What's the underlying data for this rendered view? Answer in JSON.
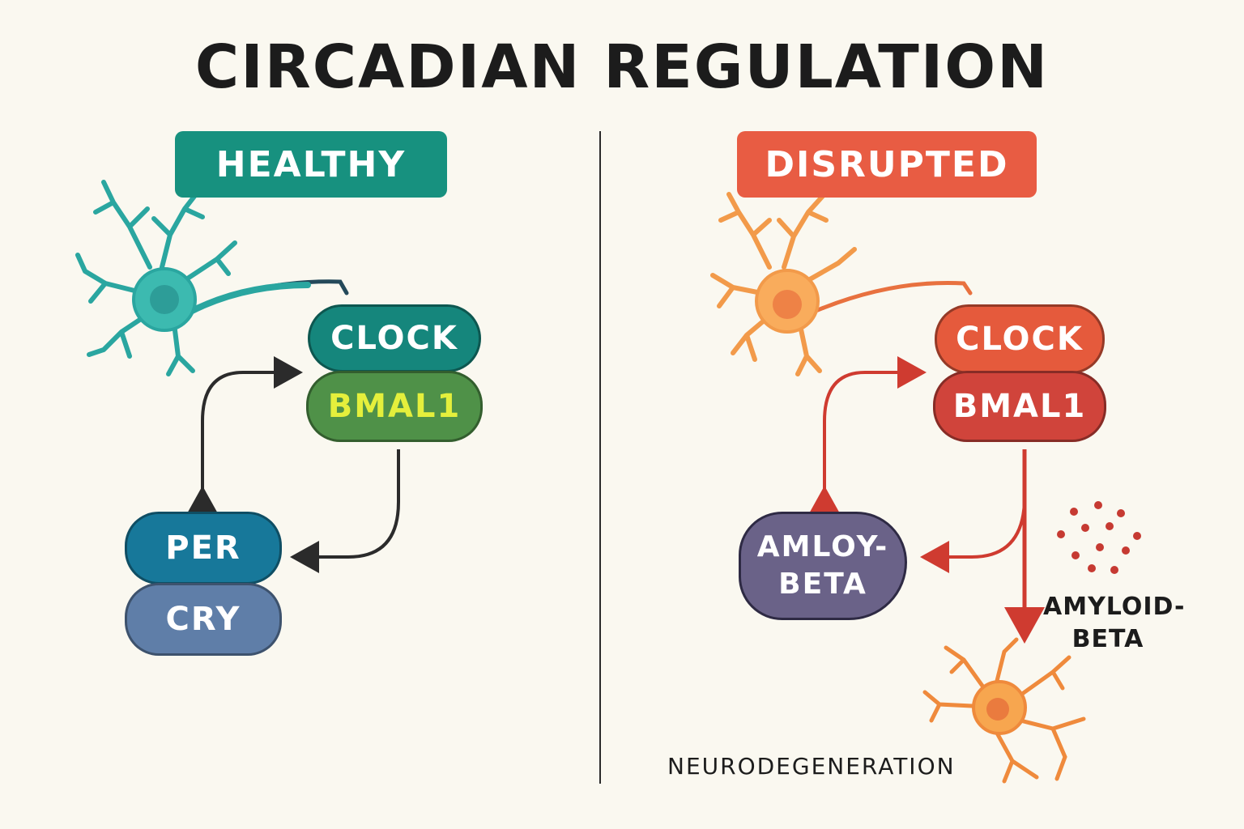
{
  "title": "CIRCADIAN REGULATION",
  "colors": {
    "background": "#faf8f0",
    "healthy_teal": "#17917f",
    "disrupted_orange": "#e85c43",
    "clock_teal": "#15867c",
    "bmal_green": "#4f9148",
    "bmal_text_yellow": "#e4ef3c",
    "per_blue": "#17789a",
    "cry_blue": "#5f7ea8",
    "clock_red": "#e55a3c",
    "bmal_red": "#d0443b",
    "amyloid_purple": "#6a6288",
    "dots_red": "#c63a32"
  },
  "healthy": {
    "badge": "HEALTHY",
    "neuron_icon": "teal-neuron-icon",
    "clock": "CLOCK",
    "bmal1": "BMAL1",
    "per": "PER",
    "cry": "CRY"
  },
  "disrupted": {
    "badge": "DISRUPTED",
    "neuron_icon": "orange-neuron-icon",
    "clock": "CLOCK",
    "bmal1": "BMAL1",
    "amyloid_box_line1": "AMLOY-",
    "amyloid_box_line2": "BETA",
    "amyloid_label_line1": "AMYLOID-",
    "amyloid_label_line2": "BETA",
    "amyloid_dots_icon": "amyloid-particles-icon",
    "neurodegeneration": "NEURODEGENERATION",
    "degenerating_neuron_icon": "degenerating-neuron-icon"
  }
}
